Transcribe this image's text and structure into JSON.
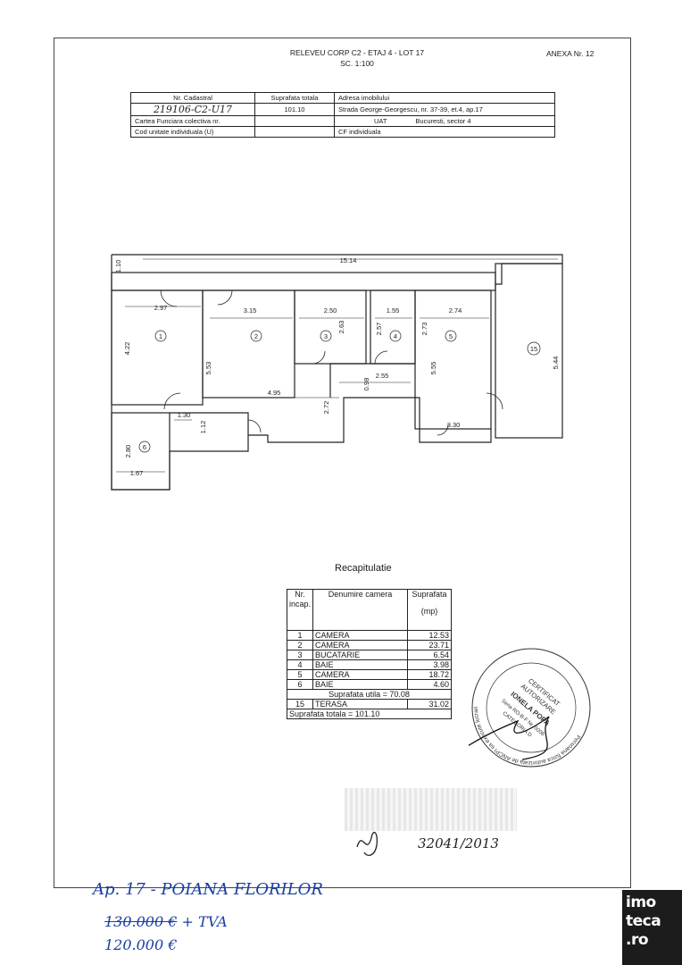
{
  "header": {
    "title": "RELEVEU CORP C2 - ETAJ 4 - LOT 17",
    "scale": "SC. 1:100",
    "annex": "ANEXA Nr. 12"
  },
  "cadastral_table": {
    "col1_head": "Nr. Cadastral",
    "col2_head": "Suprafata totala",
    "col3_head": "Adresa imobilului",
    "cad_number": "219106-C2-U17",
    "total_area": "101.10",
    "address": "Strada George-Georgescu, nr. 37-39, et.4, ap.17",
    "cf_label": "Cartea Funciara colectiva nr.",
    "uat_label": "UAT",
    "uat_value": "Bucuresti, sector 4",
    "unit_label": "Cod unitate individuala (U)",
    "cf_ind_label": "CF individuala"
  },
  "plan": {
    "dims": {
      "top": "15.14",
      "left_top": "1.10",
      "r1_w": "2.97",
      "r1_h": "4.22",
      "r2_w": "3.15",
      "r2_h": "5.53",
      "corr_w": "4.95",
      "corr_h": "1.12",
      "r3_w": "2.50",
      "r3_h": "2.63",
      "r4_w": "1.55",
      "r4_h": "2.57",
      "r5_w": "2.74",
      "r5_h": "2.73",
      "r5_h2": "5.55",
      "r5_b": "3.30",
      "hall_w": "2.55",
      "hall_h": "0.98",
      "hall_h2": "2.72",
      "r15_h": "5.44",
      "r6_top": "1.30",
      "r6_h": "2.80",
      "r6_w": "1.67"
    },
    "labels": [
      "1",
      "2",
      "3",
      "4",
      "5",
      "15",
      "6"
    ]
  },
  "recap": {
    "title": "Recapitulatie",
    "head_nr": "Nr. incap.",
    "head_name": "Denumire camera",
    "head_area": "Suprafata",
    "head_unit": "(mp)",
    "rows": [
      {
        "nr": "1",
        "name": "CAMERA",
        "area": "12.53"
      },
      {
        "nr": "2",
        "name": "CAMERA",
        "area": "23.71"
      },
      {
        "nr": "3",
        "name": "BUCATARIE",
        "area": "6.54"
      },
      {
        "nr": "4",
        "name": "BAIE",
        "area": "3.98"
      },
      {
        "nr": "5",
        "name": "CAMERA",
        "area": "18.72"
      },
      {
        "nr": "6",
        "name": "BAIE",
        "area": "4.60"
      }
    ],
    "useful": "Suprafata utila = 70.08",
    "terrace": {
      "nr": "15",
      "name": "TERASA",
      "area": "31.02"
    },
    "total": "Suprafata totala  =  101.10"
  },
  "stamp": {
    "outer_text": "Persoana fizica autorizata de ANCPI sa execute lucrari",
    "inner": [
      "CERTIFICAT",
      "AUTORIZARE"
    ],
    "name": "IONELA POPA",
    "series": "Seria RO-B-F Nr. 0006",
    "cat": "CATEGORIA D"
  },
  "handwriting": {
    "registration": "32041/2013",
    "note_line1": "Ap. 17 - POIANA FLORILOR",
    "old_price": "130.000 €",
    "vat": "+ TVA",
    "new_price": "120.000 €"
  },
  "logo": {
    "line1": "imo",
    "line2": "teca",
    "line3": ".ro"
  }
}
